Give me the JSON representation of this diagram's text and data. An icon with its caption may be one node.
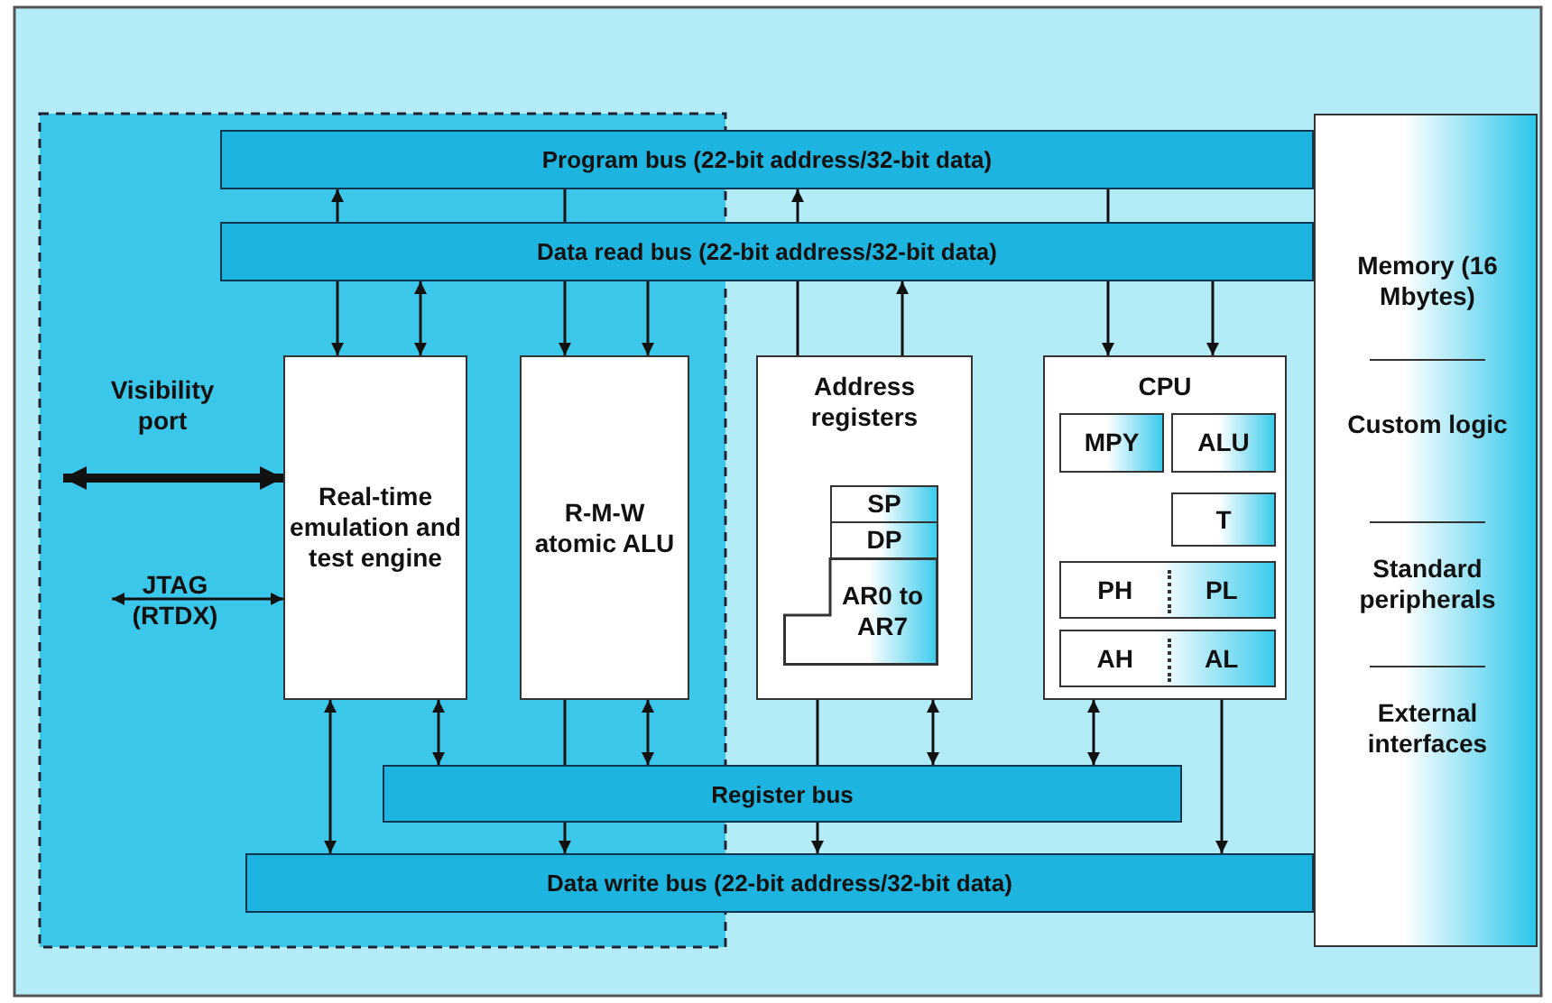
{
  "diagram": {
    "nodes": [
      {
        "text": [
          "Program bus (22-bit address/32-bit data)"
        ]
      },
      {
        "text": [
          "Data read bus (22-bit address/32-bit data)"
        ]
      },
      {
        "text": [
          "Real-time emulation and test engine"
        ]
      },
      {
        "text": [
          "R-M-W atomic ALU"
        ]
      },
      {
        "text": [
          "Address registers"
        ]
      },
      {
        "text": [
          "SP"
        ],
        "in": 4
      },
      {
        "text": [
          "DP"
        ],
        "in": 4
      },
      {
        "text": [
          "AR0 to AR7"
        ],
        "in": 4
      },
      {
        "text": [
          "CPU"
        ]
      },
      {
        "text": [
          "MPY"
        ],
        "in": 8
      },
      {
        "text": [
          "ALU"
        ],
        "in": 8
      },
      {
        "text": [
          "T"
        ],
        "in": 8
      },
      {
        "text": [
          "PH",
          "PL"
        ],
        "in": 8
      },
      {
        "text": [
          "AH",
          "AL"
        ],
        "in": 8
      },
      {
        "text": [
          "Memory (16 Mbytes)",
          "Custom logic",
          "Standard peripherals",
          "External interfaces"
        ]
      },
      {
        "text": [
          "Register bus"
        ]
      },
      {
        "text": [
          "Data write bus (22-bit address/32-bit data)"
        ]
      }
    ],
    "edges": [
      {
        "from": 1,
        "to": 0,
        "arrow": "to"
      },
      {
        "from": 1,
        "to": 0,
        "arrow": "none"
      },
      {
        "from": 1,
        "to": 0,
        "arrow": "to"
      },
      {
        "from": 1,
        "to": 0,
        "arrow": "none"
      },
      {
        "from": 1,
        "to": 2,
        "arrow": "to"
      },
      {
        "from": 1,
        "to": 2,
        "arrow": "both"
      },
      {
        "from": 1,
        "to": 3,
        "arrow": "to"
      },
      {
        "from": 1,
        "to": 3,
        "arrow": "to"
      },
      {
        "from": 4,
        "to": 1,
        "arrow": "none"
      },
      {
        "from": 4,
        "to": 1,
        "arrow": "to"
      },
      {
        "from": 1,
        "to": 8,
        "arrow": "to"
      },
      {
        "from": 1,
        "to": 8,
        "arrow": "to"
      },
      {
        "from": 2,
        "to": 16,
        "arrow": "both"
      },
      {
        "from": 2,
        "to": 15,
        "arrow": "both"
      },
      {
        "from": 3,
        "to": 15,
        "arrow": "none"
      },
      {
        "from": 15,
        "to": 16,
        "arrow": "to"
      },
      {
        "from": 3,
        "to": 15,
        "arrow": "both"
      },
      {
        "from": 4,
        "to": 15,
        "arrow": "none"
      },
      {
        "from": 15,
        "to": 16,
        "arrow": "to"
      },
      {
        "from": 4,
        "to": 15,
        "arrow": "both"
      },
      {
        "from": 8,
        "to": 15,
        "arrow": "both"
      },
      {
        "from": 8,
        "to": 16,
        "arrow": "to"
      },
      {
        "from": null,
        "to": 2,
        "arrow": "both",
        "style": "thick",
        "label": "Visibility port"
      },
      {
        "from": null,
        "to": 2,
        "arrow": "both",
        "label": "JTAG (RTDX)"
      }
    ]
  }
}
